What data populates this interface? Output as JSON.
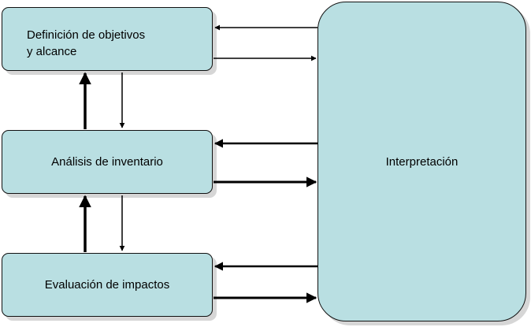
{
  "boxes": {
    "objectives": "Definición de objetivos\ny alcance",
    "inventory": "Análisis de inventario",
    "impacts": "Evaluación de impactos",
    "interpretation": "Interpretación"
  },
  "colors": {
    "box_fill": "#b9dfe2",
    "stroke": "#000000"
  }
}
